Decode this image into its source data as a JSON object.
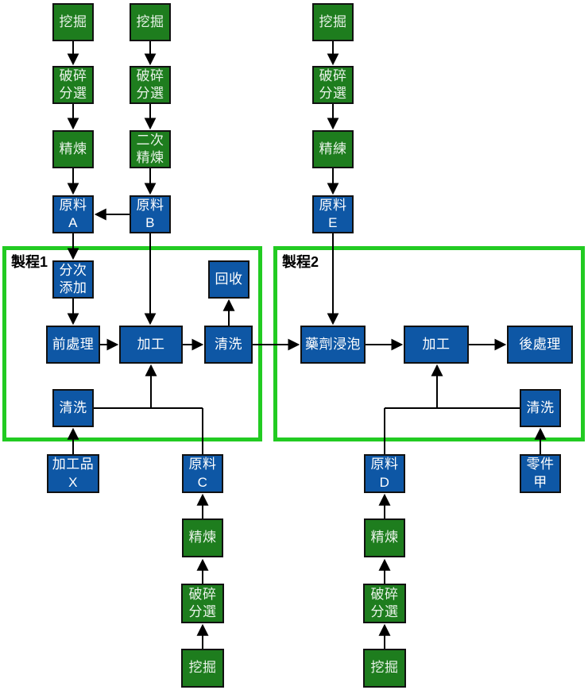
{
  "colors": {
    "material_blue": "#0E57A5",
    "process_green": "#1E7D1E",
    "frame_green": "#22CB22",
    "line_black": "#000000"
  },
  "frames": {
    "p1": {
      "label": "製程1"
    },
    "p2": {
      "label": "製程2"
    }
  },
  "nodes": {
    "a_dig": {
      "label": "挖掘"
    },
    "a_crush": {
      "label": "破碎\n分選"
    },
    "a_refine": {
      "label": "精煉"
    },
    "a_material": {
      "label": "原料\nA"
    },
    "b_dig": {
      "label": "挖掘"
    },
    "b_crush": {
      "label": "破碎\n分選"
    },
    "b_refine": {
      "label": "二次\n精煉"
    },
    "b_material": {
      "label": "原料\nB"
    },
    "e_dig": {
      "label": "挖掘"
    },
    "e_crush": {
      "label": "破碎\n分選"
    },
    "e_refine": {
      "label": "精練"
    },
    "e_material": {
      "label": "原料\nE"
    },
    "p1_batch_add": {
      "label": "分次\n添加"
    },
    "p1_pretreat": {
      "label": "前處理"
    },
    "p1_process": {
      "label": "加工"
    },
    "p1_clean_main": {
      "label": "清洗"
    },
    "p1_recycle": {
      "label": "回收"
    },
    "p1_clean_input": {
      "label": "清洗"
    },
    "p2_soak": {
      "label": "藥劑浸泡"
    },
    "p2_process": {
      "label": "加工"
    },
    "p2_posttreat": {
      "label": "後處理"
    },
    "p2_clean_input": {
      "label": "清洗"
    },
    "x_item": {
      "label": "加工品\nX"
    },
    "c_material": {
      "label": "原料\nC"
    },
    "c_refine": {
      "label": "精煉"
    },
    "c_crush": {
      "label": "破碎\n分選"
    },
    "c_dig": {
      "label": "挖掘"
    },
    "d_material": {
      "label": "原料\nD"
    },
    "d_refine": {
      "label": "精煉"
    },
    "d_crush": {
      "label": "破碎\n分選"
    },
    "d_dig": {
      "label": "挖掘"
    },
    "part_a": {
      "label": "零件\n甲"
    }
  },
  "edges": [
    [
      "a_dig",
      "a_crush"
    ],
    [
      "a_crush",
      "a_refine"
    ],
    [
      "a_refine",
      "a_material"
    ],
    [
      "b_dig",
      "b_crush"
    ],
    [
      "b_crush",
      "b_refine"
    ],
    [
      "b_refine",
      "b_material"
    ],
    [
      "b_material",
      "a_material"
    ],
    [
      "e_dig",
      "e_crush"
    ],
    [
      "e_crush",
      "e_refine"
    ],
    [
      "e_refine",
      "e_material"
    ],
    [
      "a_material",
      "p1_batch_add"
    ],
    [
      "b_material",
      "p1_process"
    ],
    [
      "e_material",
      "p2_soak"
    ],
    [
      "p1_batch_add",
      "p1_pretreat"
    ],
    [
      "p1_pretreat",
      "p1_process"
    ],
    [
      "p1_process",
      "p1_clean_main"
    ],
    [
      "p1_clean_main",
      "p1_recycle"
    ],
    [
      "p1_clean_main",
      "p2_soak"
    ],
    [
      "x_item",
      "p1_clean_input"
    ],
    [
      "p1_clean_input",
      "p1_process"
    ],
    [
      "c_material",
      "p1_process"
    ],
    [
      "c_dig",
      "c_crush"
    ],
    [
      "c_crush",
      "c_refine"
    ],
    [
      "c_refine",
      "c_material"
    ],
    [
      "p2_soak",
      "p2_process"
    ],
    [
      "p2_process",
      "p2_posttreat"
    ],
    [
      "part_a",
      "p2_clean_input"
    ],
    [
      "p2_clean_input",
      "p2_process"
    ],
    [
      "d_material",
      "p2_process"
    ],
    [
      "d_dig",
      "d_crush"
    ],
    [
      "d_crush",
      "d_refine"
    ],
    [
      "d_refine",
      "d_material"
    ]
  ]
}
